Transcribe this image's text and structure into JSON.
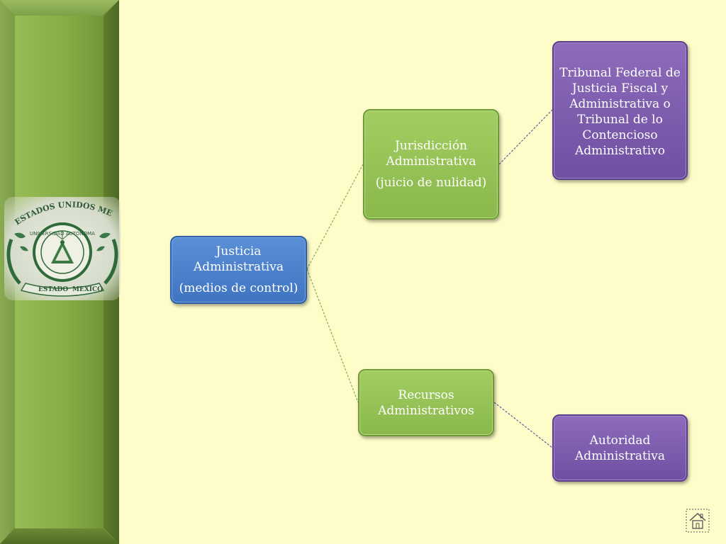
{
  "seal": {
    "top_text": "ESTADOS UNIDOS MEXICANOS",
    "middle_text": "UNIVERSIDAD AUTONOMA",
    "bottom_left_text": "ESTADO",
    "bottom_right_text": "MEXICO"
  },
  "nodes": {
    "root": {
      "line1": "Justicia",
      "line2": "Administrativa",
      "line3": "(medios de control)"
    },
    "jurisdiccion": {
      "line1": "Jurisdicción",
      "line2": "Administrativa",
      "line3": "(juicio de nulidad)"
    },
    "tribunal": {
      "line1": "Tribunal  Federal de",
      "line2": "Justicia  Fiscal y",
      "line3": "Administrativa o",
      "line4": "Tribunal de lo",
      "line5": "Contencioso",
      "line6": "Administrativo"
    },
    "recursos": {
      "line1": "Recursos",
      "line2": "Administrativos"
    },
    "autoridad": {
      "line1": "Autoridad",
      "line2": "Administrativa"
    }
  },
  "colors": {
    "background": "#fefcc8",
    "sidebar": "#86ab45",
    "root_box": "#4a7fcc",
    "level1_box": "#96c256",
    "level2_box": "#7d5caf",
    "connector_green": "#8aab52",
    "connector_purple": "#6a5aa0"
  },
  "icons": {
    "home": "home-icon"
  }
}
